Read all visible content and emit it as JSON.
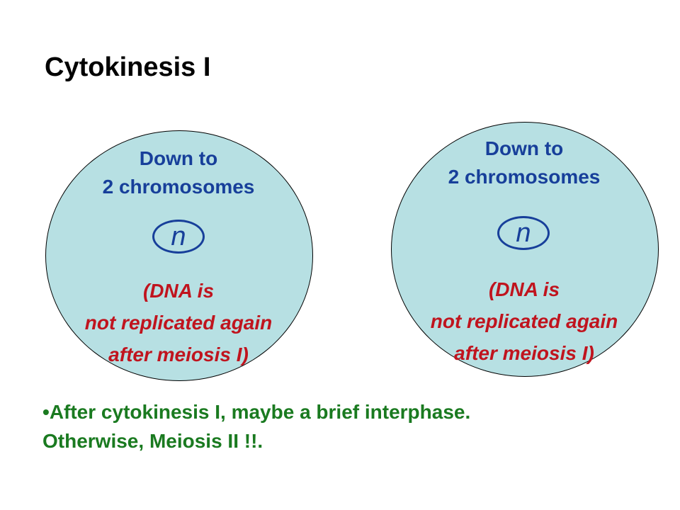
{
  "title": "Cytokinesis I",
  "cells": [
    {
      "chromosome_label": [
        "Down to",
        "2 chromosomes"
      ],
      "ploidy_symbol": "n",
      "dna_note": [
        "(DNA is",
        "not replicated again",
        "after meiosis I)"
      ]
    },
    {
      "chromosome_label": [
        "Down to",
        "2 chromosomes"
      ],
      "ploidy_symbol": "n",
      "dna_note": [
        "(DNA is",
        "not replicated again",
        "after meiosis I)"
      ]
    }
  ],
  "bullet": {
    "marker": "•",
    "lines": [
      "After cytokinesis I, maybe a brief interphase.",
      "Otherwise, Meiosis II !!."
    ]
  },
  "colors": {
    "cell_fill": "#b7e0e3",
    "label_blue": "#173f9a",
    "note_red": "#c0141e",
    "bullet_green": "#1a7a20"
  }
}
